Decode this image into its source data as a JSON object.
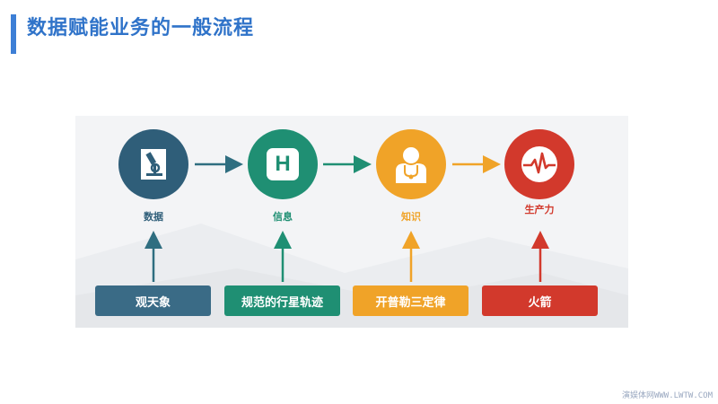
{
  "title": "数据赋能业务的一般流程",
  "stages": [
    {
      "label": "数据",
      "icon": "microscope-icon",
      "color": "#2f5e79",
      "label_color": "#2f5e79"
    },
    {
      "label": "信息",
      "icon": "hospital-h-icon",
      "color": "#1f8f73",
      "label_color": "#1f8f73"
    },
    {
      "label": "知识",
      "icon": "doctor-icon",
      "color": "#f0a328",
      "label_color": "#f0a328"
    },
    {
      "label": "生产力",
      "icon": "heartbeat-icon",
      "color": "#d2392c",
      "label_color": "#d2392c"
    }
  ],
  "sources": [
    {
      "label": "观天象",
      "color": "#3a6b86"
    },
    {
      "label": "规范的行星轨迹",
      "color": "#1f8f73"
    },
    {
      "label": "开普勒三定律",
      "color": "#f0a328"
    },
    {
      "label": "火箭",
      "color": "#d2392c"
    }
  ],
  "hospital_letter": "H",
  "watermark": "演娱体网WWW.LWTW.COM"
}
